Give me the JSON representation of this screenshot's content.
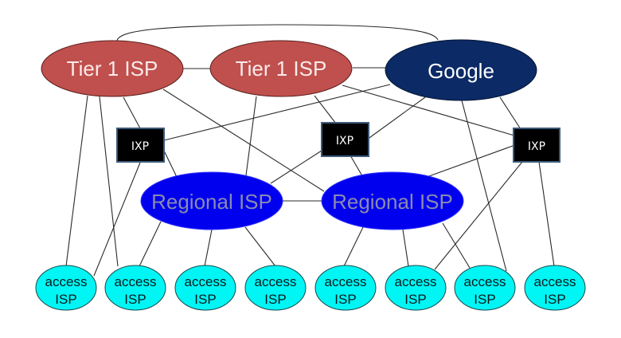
{
  "diagram": {
    "title": "Internet structure: network of networks",
    "colors": {
      "tier1": "#c0504d",
      "content_provider": "#0b2a66",
      "regional": "#0000ee",
      "access": "#00f5f5",
      "ixp": "#000000"
    },
    "nodes": {
      "tier1_a": {
        "label": "Tier 1 ISP",
        "type": "tier1"
      },
      "tier1_b": {
        "label": "Tier 1 ISP",
        "type": "tier1"
      },
      "google": {
        "label": "Google",
        "type": "content-provider"
      },
      "ixp_left": {
        "label": "IXP",
        "type": "ixp"
      },
      "ixp_mid": {
        "label": "IXP",
        "type": "ixp"
      },
      "ixp_right": {
        "label": "IXP",
        "type": "ixp"
      },
      "regional_a": {
        "label": "Regional ISP",
        "type": "regional"
      },
      "regional_b": {
        "label": "Regional ISP",
        "type": "regional"
      },
      "access": [
        {
          "line1": "access",
          "line2": "ISP"
        },
        {
          "line1": "access",
          "line2": "ISP"
        },
        {
          "line1": "access",
          "line2": "ISP"
        },
        {
          "line1": "access",
          "line2": "ISP"
        },
        {
          "line1": "access",
          "line2": "ISP"
        },
        {
          "line1": "access",
          "line2": "ISP"
        },
        {
          "line1": "access",
          "line2": "ISP"
        },
        {
          "line1": "access",
          "line2": "ISP"
        }
      ]
    },
    "edges": [
      [
        "tier1_a",
        "tier1_b"
      ],
      [
        "tier1_b",
        "google"
      ],
      [
        "tier1_a",
        "google"
      ],
      [
        "tier1_a",
        "access_0"
      ],
      [
        "tier1_a",
        "access_1"
      ],
      [
        "tier1_a",
        "ixp_left"
      ],
      [
        "tier1_a",
        "regional_b"
      ],
      [
        "tier1_b",
        "regional_a"
      ],
      [
        "tier1_b",
        "ixp_mid"
      ],
      [
        "tier1_b",
        "ixp_right"
      ],
      [
        "google",
        "ixp_left"
      ],
      [
        "google",
        "ixp_mid"
      ],
      [
        "google",
        "ixp_right"
      ],
      [
        "google",
        "access_6"
      ],
      [
        "ixp_left",
        "regional_a"
      ],
      [
        "ixp_left",
        "access_0"
      ],
      [
        "ixp_mid",
        "regional_a"
      ],
      [
        "ixp_mid",
        "regional_b"
      ],
      [
        "ixp_right",
        "regional_b"
      ],
      [
        "ixp_right",
        "access_5"
      ],
      [
        "ixp_right",
        "access_7"
      ],
      [
        "regional_a",
        "regional_b"
      ],
      [
        "regional_a",
        "access_1"
      ],
      [
        "regional_a",
        "access_2"
      ],
      [
        "regional_a",
        "access_3"
      ],
      [
        "regional_b",
        "access_4"
      ],
      [
        "regional_b",
        "access_5"
      ],
      [
        "regional_b",
        "access_6"
      ]
    ]
  }
}
